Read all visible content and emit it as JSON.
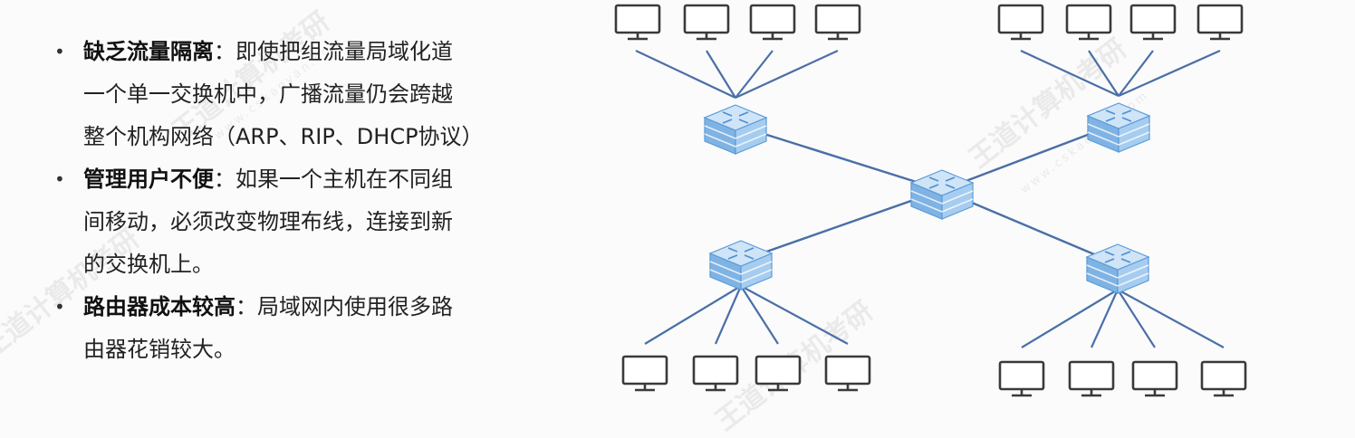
{
  "bullets": [
    {
      "term": "缺乏流量隔离",
      "sep": "：",
      "lines": [
        "即使把组流量局域化道",
        "一个单一交换机中，广播流量仍会跨越",
        "整个机构网络（ARP、RIP、DHCP协议）"
      ]
    },
    {
      "term": "管理用户不便",
      "sep": "：",
      "lines": [
        "如果一个主机在不同组",
        "间移动，必须改变物理布线，连接到新",
        "的交换机上。"
      ]
    },
    {
      "term": "路由器成本较高",
      "sep": "：",
      "lines": [
        "局域网内使用很多路",
        "由器花销较大。"
      ]
    }
  ],
  "diagram": {
    "nodes": [
      {
        "id": "core-switch",
        "type": "switch-icon"
      },
      {
        "id": "switch-top-left",
        "type": "switch-icon"
      },
      {
        "id": "switch-top-right",
        "type": "switch-icon"
      },
      {
        "id": "switch-bottom-left",
        "type": "switch-icon"
      },
      {
        "id": "switch-bottom-right",
        "type": "switch-icon"
      }
    ],
    "host_groups": [
      {
        "switch": "switch-top-left",
        "hosts": 4
      },
      {
        "switch": "switch-top-right",
        "hosts": 4
      },
      {
        "switch": "switch-bottom-left",
        "hosts": 4
      },
      {
        "switch": "switch-bottom-right",
        "hosts": 4
      }
    ]
  },
  "watermark": {
    "text": "王道计算机考研",
    "site": "www.cskaoyan.com"
  },
  "colors": {
    "link": "#4a6fa8",
    "monitor": "#3a3a3a",
    "switch_top": "#cfe4f7",
    "switch_side": "#7fb3e4",
    "switch_edge": "#5a9ad8"
  }
}
